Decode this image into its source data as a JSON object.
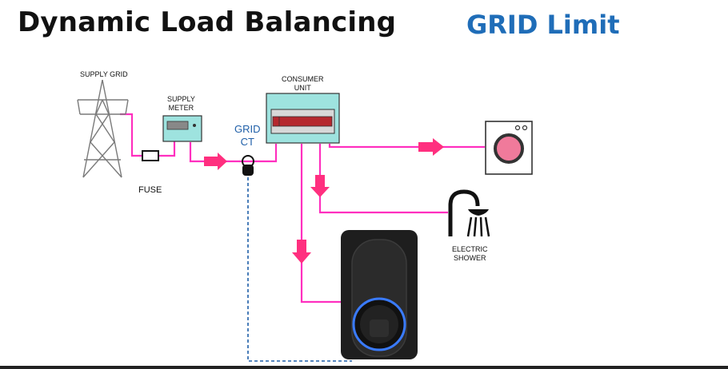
{
  "title": "Dynamic Load Balancing",
  "subtitle": "GRID Limit",
  "labels": {
    "supply_grid": "SUPPLY GRID",
    "supply_meter_1": "SUPPLY",
    "supply_meter_2": "METER",
    "fuse": "FUSE",
    "grid_ct_1": "GRID",
    "grid_ct_2": "CT",
    "consumer_unit_1": "CONSUMER",
    "consumer_unit_2": "UNIT",
    "electric_shower_1": "ELECTRIC",
    "electric_shower_2": "SHOWER"
  },
  "colors": {
    "power_line": "#ff2fbf",
    "arrow": "#ff2f7f",
    "ct_accent": "#1f5fa8",
    "subtitle": "#1f6db8",
    "teal_device": "#9ee3df",
    "charger_ring": "#3a7bff"
  }
}
